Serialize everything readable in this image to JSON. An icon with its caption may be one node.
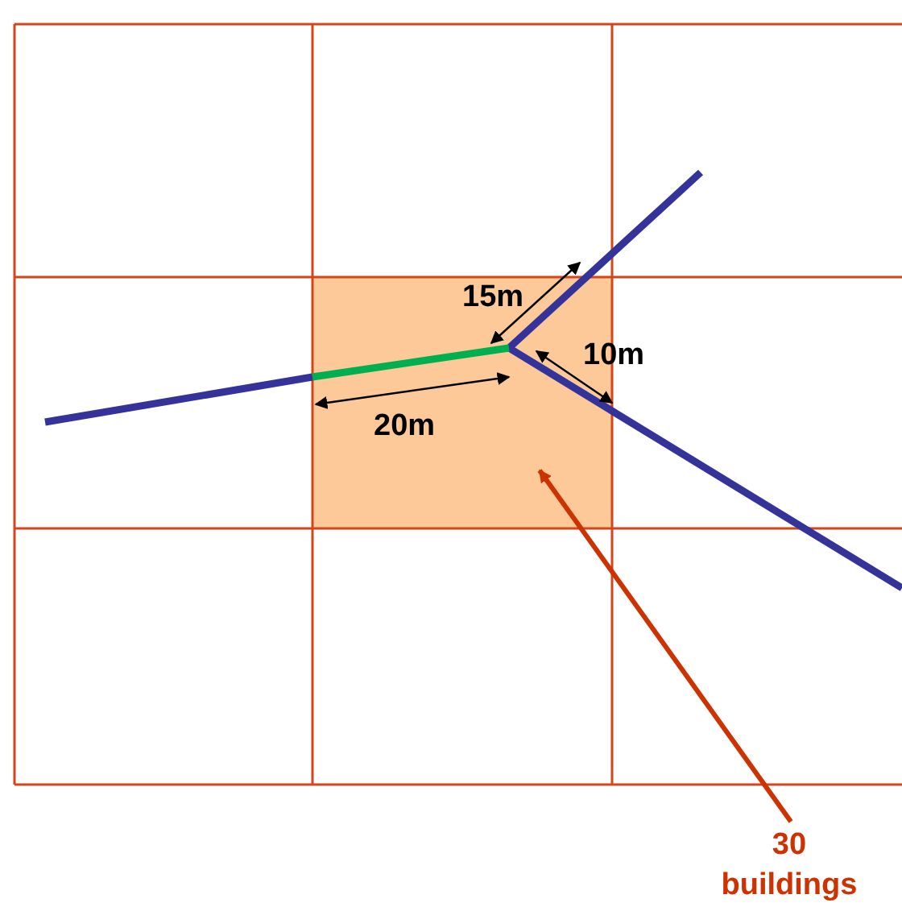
{
  "diagram": {
    "nodes": [
      {
        "text": [
          "30 buildings"
        ]
      },
      {
        "text": [],
        "shape": "box"
      }
    ],
    "edges": [
      {
        "from": 0,
        "to": 1,
        "arrow": "to",
        "color": "#cc3300"
      }
    ],
    "labels": [
      "15m",
      "10m",
      "20m"
    ]
  }
}
